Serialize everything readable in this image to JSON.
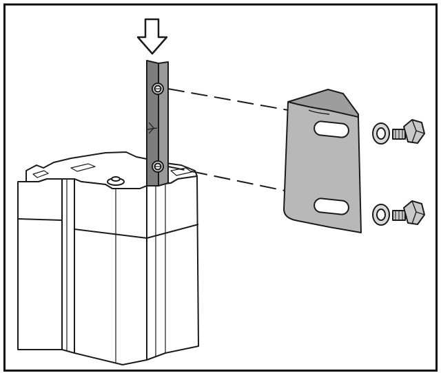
{
  "diagram": {
    "colors": {
      "line": "#1a1a1a",
      "rail_fill": "#9a9a9a",
      "rail_dark": "#7d7d7d",
      "bracket_fill": "#b8b8b8",
      "bracket_shade": "#9d9d9d",
      "bolt_fill": "#c9c9c9",
      "washer_fill": "#d9d9d9",
      "rack_fill": "#ffffff",
      "arrow_fill": "#ffffff"
    },
    "parts": [
      "down-arrow",
      "mounting-rail",
      "rack-cabinet",
      "rail-screw-top",
      "rail-screw-bottom",
      "l-bracket",
      "bracket-slot-top",
      "bracket-slot-bottom",
      "washer-top",
      "washer-bottom",
      "bolt-top",
      "bolt-bottom",
      "alignment-line-top",
      "alignment-line-bottom"
    ]
  }
}
